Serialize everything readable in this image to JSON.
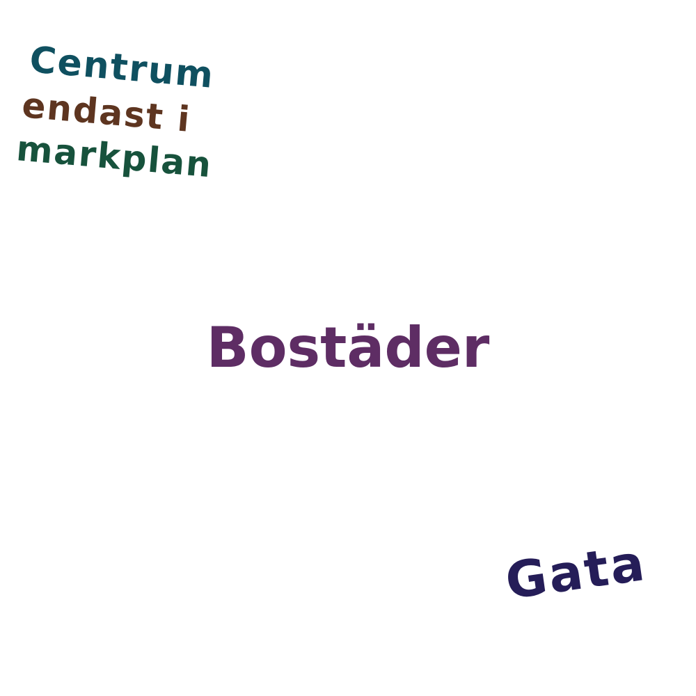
{
  "labels": {
    "centrum": {
      "text": "Centrum",
      "color": "#0f5060"
    },
    "endast": {
      "text": "endast i",
      "color": "#5e3520"
    },
    "markplan": {
      "text": "markplan",
      "color": "#17523c"
    },
    "bostader": {
      "text": "Bostäder",
      "color": "#5e2d64"
    },
    "gata": {
      "text": "Gata",
      "color": "#251d58"
    }
  }
}
